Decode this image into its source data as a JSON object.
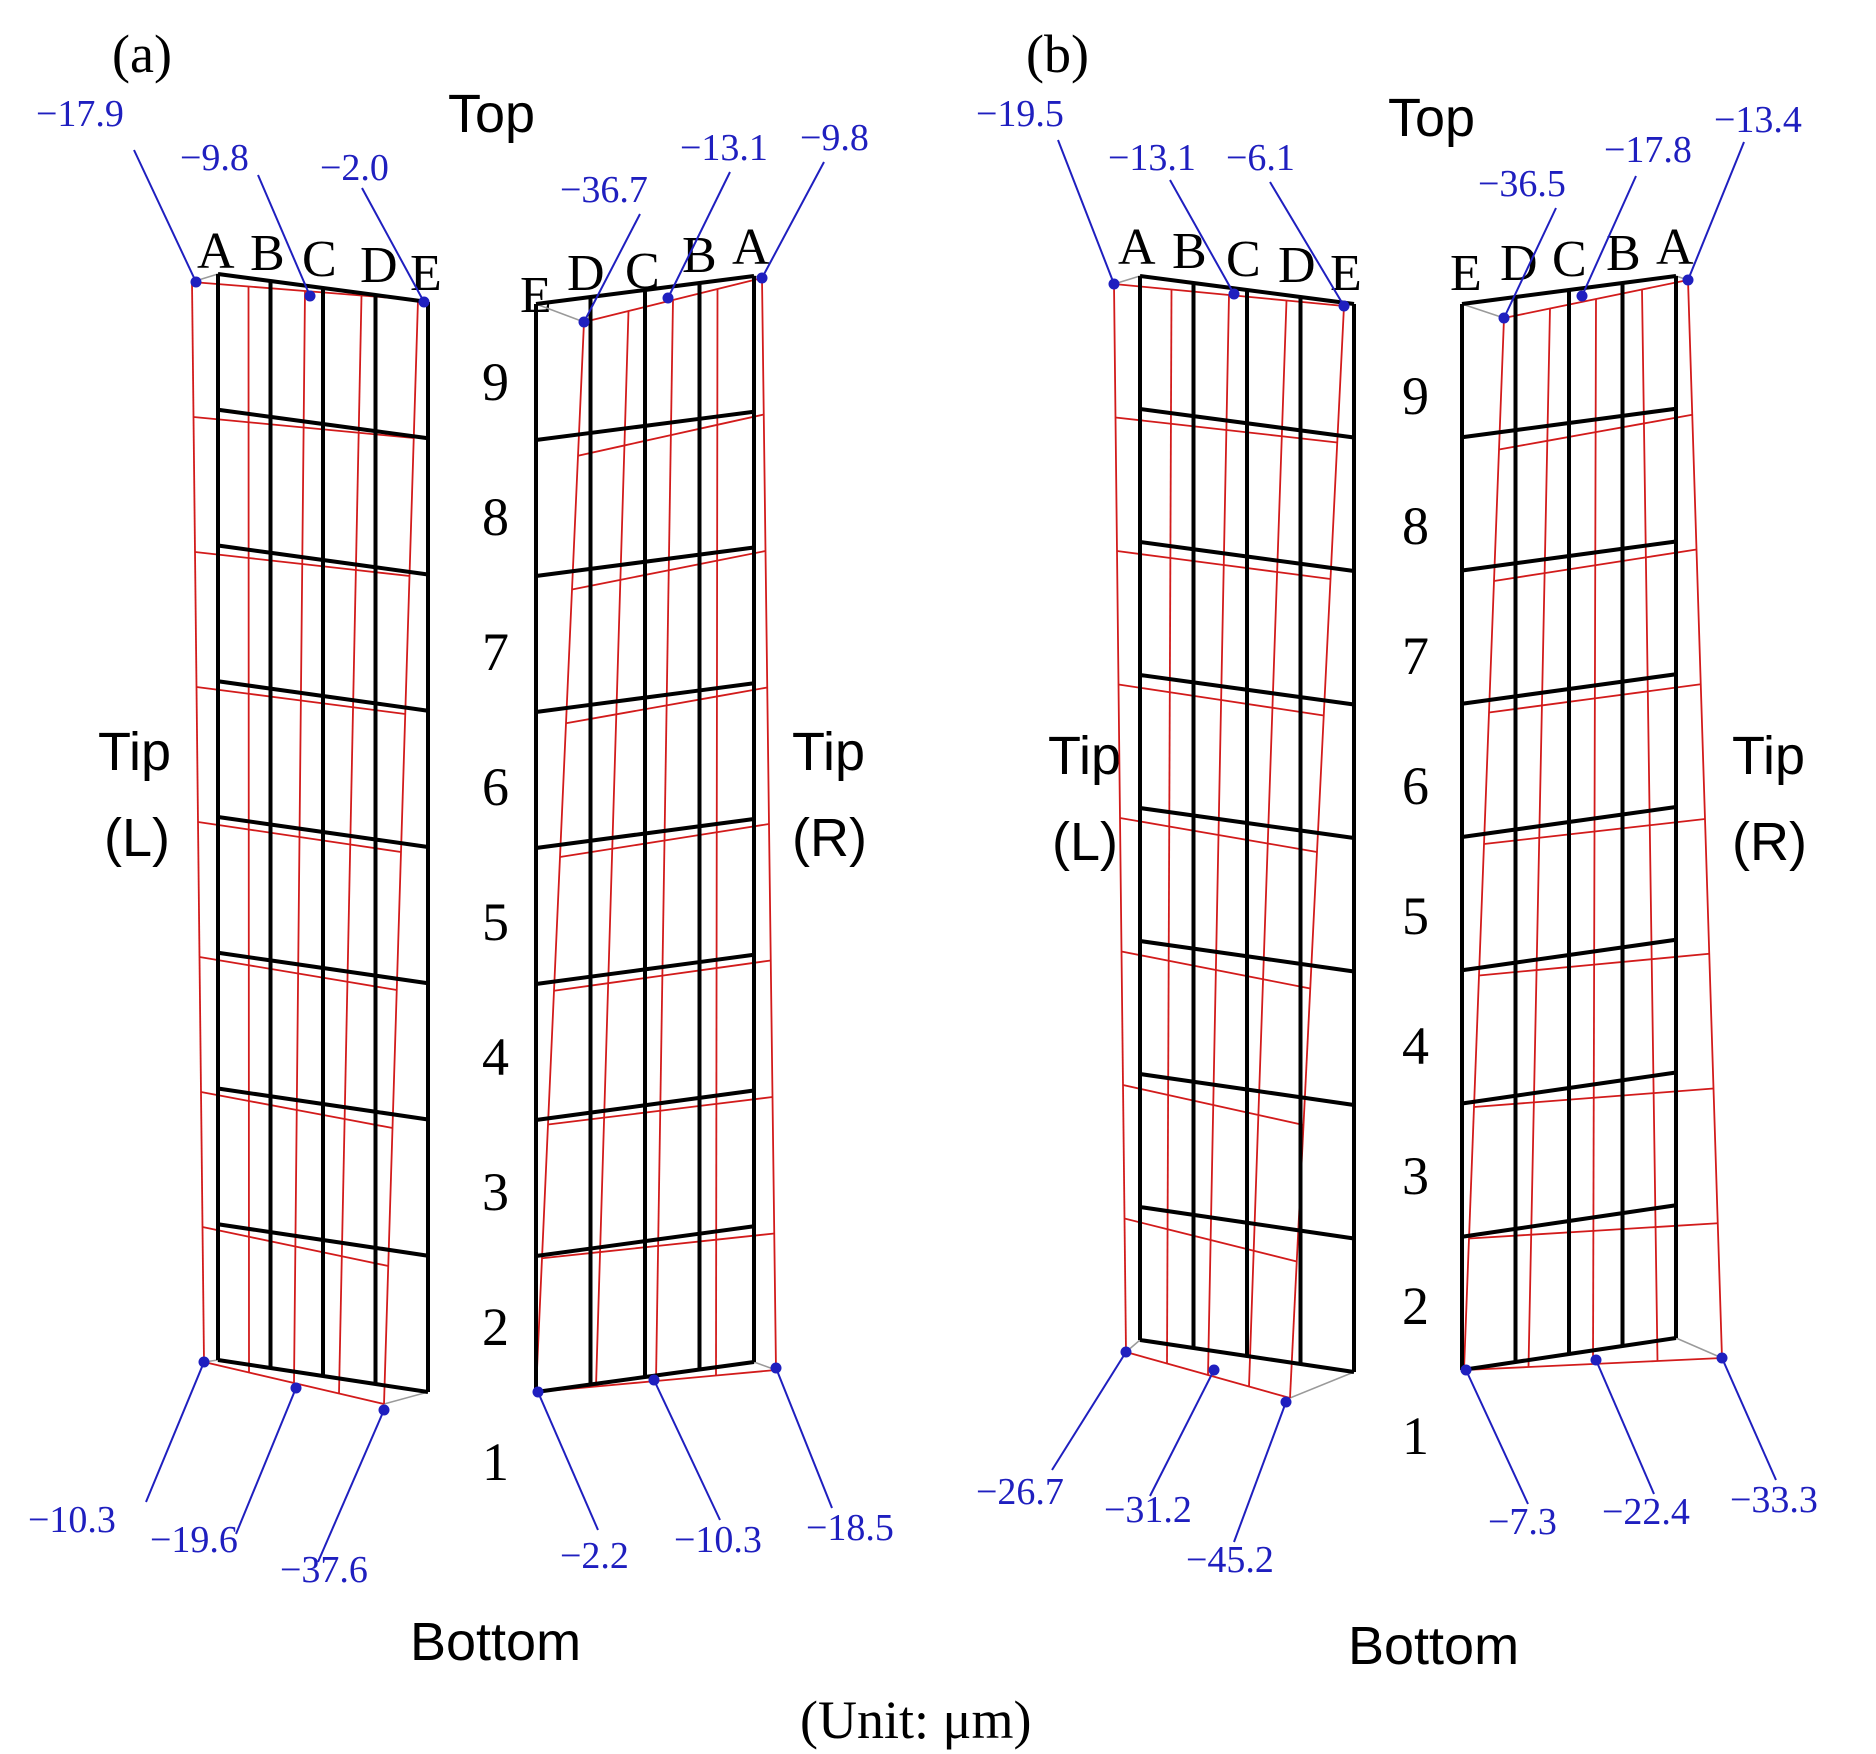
{
  "unit_label": "(Unit: μm)",
  "row_labels": [
    "1",
    "2",
    "3",
    "4",
    "5",
    "6",
    "7",
    "8",
    "9"
  ],
  "panels": [
    {
      "id": "a",
      "label": "(a)",
      "top": "Top",
      "bottom": "Bottom",
      "tip_left": [
        "Tip",
        "(L)"
      ],
      "tip_right": [
        "Tip",
        "(R)"
      ],
      "left_columns": [
        "A",
        "B",
        "C",
        "D",
        "E"
      ],
      "right_columns": [
        "E",
        "D",
        "C",
        "B",
        "A"
      ],
      "left_top_values": [
        "−17.9",
        "−9.8",
        "−2.0"
      ],
      "left_bottom_values": [
        "−10.3",
        "−19.6",
        "−37.6"
      ],
      "right_top_values": [
        "−36.7",
        "−13.1",
        "−9.8"
      ],
      "right_bottom_values": [
        "−2.2",
        "−10.3",
        "−18.5"
      ]
    },
    {
      "id": "b",
      "label": "(b)",
      "top": "Top",
      "bottom": "Bottom",
      "tip_left": [
        "Tip",
        "(L)"
      ],
      "tip_right": [
        "Tip",
        "(R)"
      ],
      "left_columns": [
        "A",
        "B",
        "C",
        "D",
        "E"
      ],
      "right_columns": [
        "E",
        "D",
        "C",
        "B",
        "A"
      ],
      "left_top_values": [
        "−19.5",
        "−13.1",
        "−6.1"
      ],
      "left_bottom_values": [
        "−26.7",
        "−31.2",
        "−45.2"
      ],
      "right_top_values": [
        "−36.5",
        "−17.8",
        "−13.4"
      ],
      "right_bottom_values": [
        "−7.3",
        "−22.4",
        "−33.3"
      ]
    }
  ]
}
